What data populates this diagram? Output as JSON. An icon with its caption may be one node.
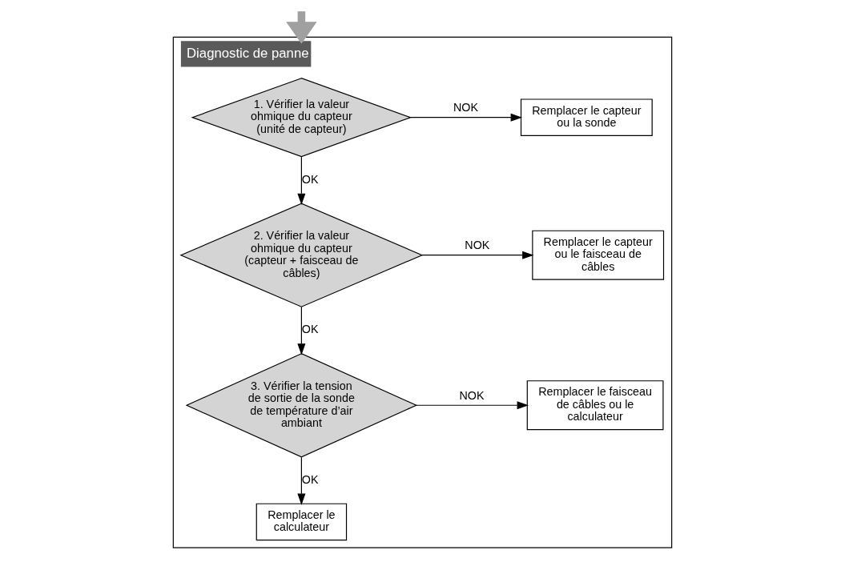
{
  "diagram": {
    "nodes": [
      {
        "text": [
          "Diagnostic de panne"
        ]
      },
      {
        "text": [
          "1. Vérifier la valeur ohmique du capteur (unité de capteur)"
        ],
        "in": 0
      },
      {
        "text": [
          "Remplacer le capteur ou la sonde"
        ],
        "in": 0
      },
      {
        "text": [
          "2. Vérifier la valeur ohmique du capteur (capteur + faisceau de câbles)"
        ],
        "in": 0
      },
      {
        "text": [
          "Remplacer le capteur ou le faisceau de câbles"
        ],
        "in": 0
      },
      {
        "text": [
          "3. Vérifier la tension de sortie de la sonde de température d’air ambiant"
        ],
        "in": 0
      },
      {
        "text": [
          "Remplacer le faisceau de câbles ou le calculateur"
        ],
        "in": 0
      },
      {
        "text": [
          "Remplacer le calculateur"
        ],
        "in": 0
      }
    ],
    "edges": [
      {
        "from": null,
        "to": 0,
        "arrow": "to",
        "style": "thick",
        "color": "#a0a0a0"
      },
      {
        "from": 1,
        "to": 2,
        "arrow": "to",
        "label": "NOK"
      },
      {
        "from": 1,
        "to": 3,
        "arrow": "to",
        "label": "OK"
      },
      {
        "from": 3,
        "to": 4,
        "arrow": "to",
        "label": "NOK"
      },
      {
        "from": 3,
        "to": 5,
        "arrow": "to",
        "label": "OK"
      },
      {
        "from": 5,
        "to": 6,
        "arrow": "to",
        "label": "NOK"
      },
      {
        "from": 5,
        "to": 7,
        "arrow": "to",
        "label": "OK"
      }
    ]
  }
}
